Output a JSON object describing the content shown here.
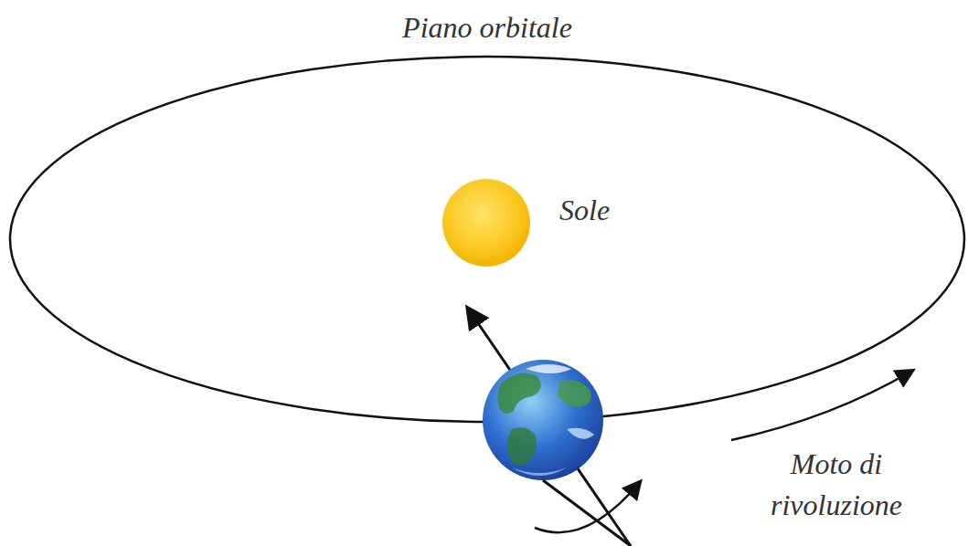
{
  "diagram": {
    "labels": [
      "Piano orbitale",
      "Sole",
      "Moto di rivoluzione"
    ]
  }
}
